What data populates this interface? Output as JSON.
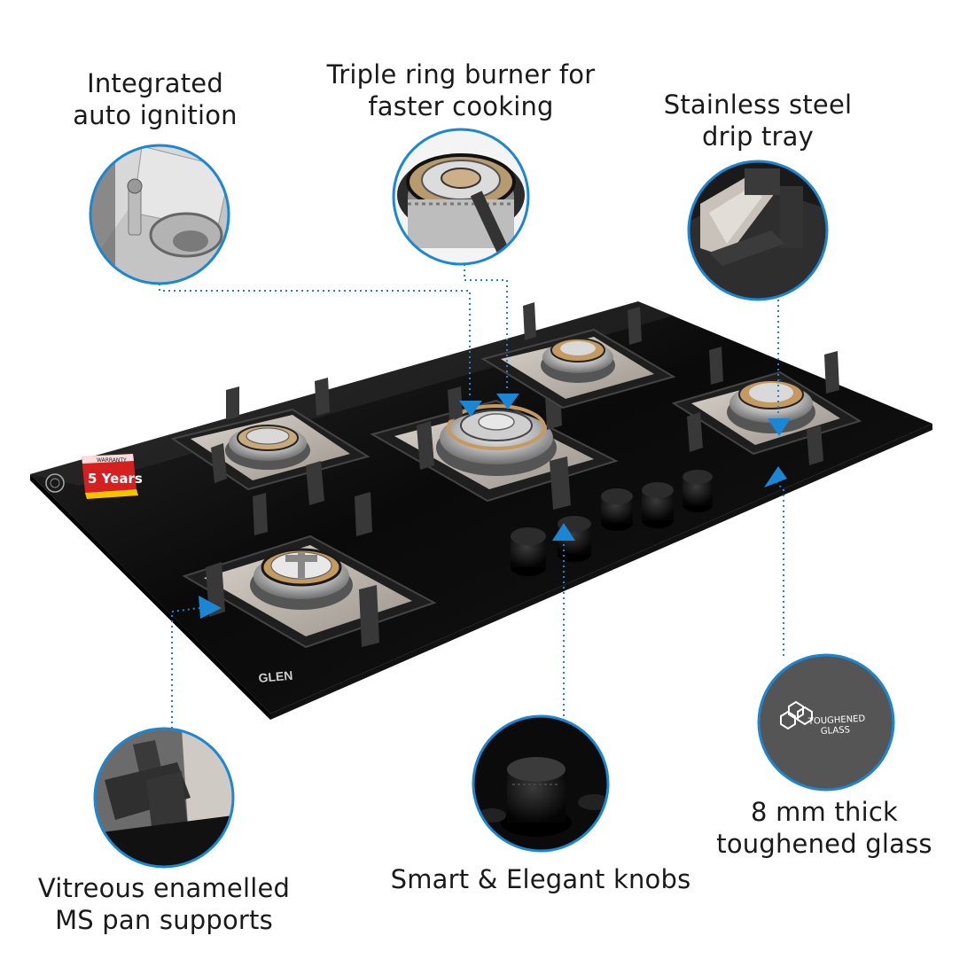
{
  "features": {
    "ignition": {
      "line1": "Integrated",
      "line2": "auto ignition"
    },
    "burner": {
      "line1": "Triple ring burner for",
      "line2": "faster cooking"
    },
    "drip": {
      "line1": "Stainless steel",
      "line2": "drip tray"
    },
    "supports": {
      "line1": "Vitreous enamelled",
      "line2": "MS pan supports"
    },
    "knobs": {
      "line1": "Smart & Elegant knobs"
    },
    "glass": {
      "line1": "8 mm thick",
      "line2": "toughened glass"
    }
  },
  "badges": {
    "warranty_top": "WARRANTY",
    "warranty_years": "5 Years",
    "toughened_line1": "TOUGHENED",
    "toughened_line2": "GLASS"
  },
  "brand": {
    "logo": "GLEN"
  },
  "colors": {
    "accent_blue": "#1b87d4",
    "glass_black": "#0c0c0c",
    "steel": "#b8b8b8",
    "pan_support": "#333333"
  }
}
